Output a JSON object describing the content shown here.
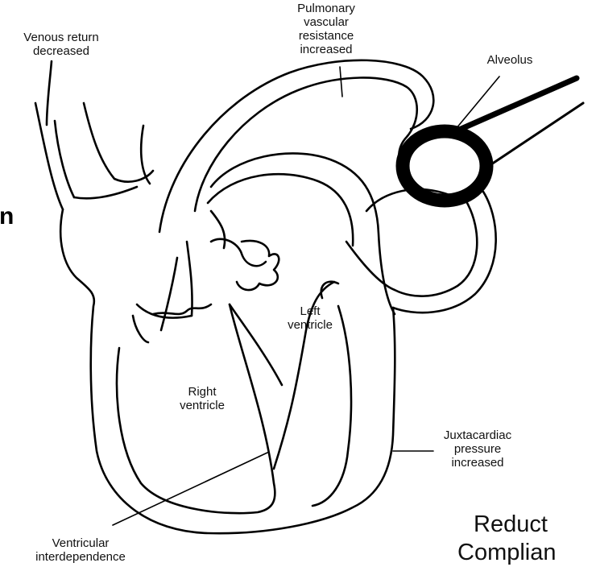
{
  "labels": {
    "venous_return": "Venous return\ndecreased",
    "pvr": "Pulmonary\nvascular\nresistance\nincreased",
    "alveolus": "Alveolus",
    "left_ventricle": "Left\nventricle",
    "right_ventricle": "Right\nventricle",
    "juxtacardiac": "Juxtacardiac\npressure\nincreased",
    "ventricular_interdependence": "Ventricular\ninterdependence"
  },
  "cut_text": {
    "left_letter": "n",
    "bottom_right": "Reduct\nComplian"
  },
  "colors": {
    "line": "#000000",
    "alveolus_ring": "#000000",
    "background": "#ffffff"
  }
}
